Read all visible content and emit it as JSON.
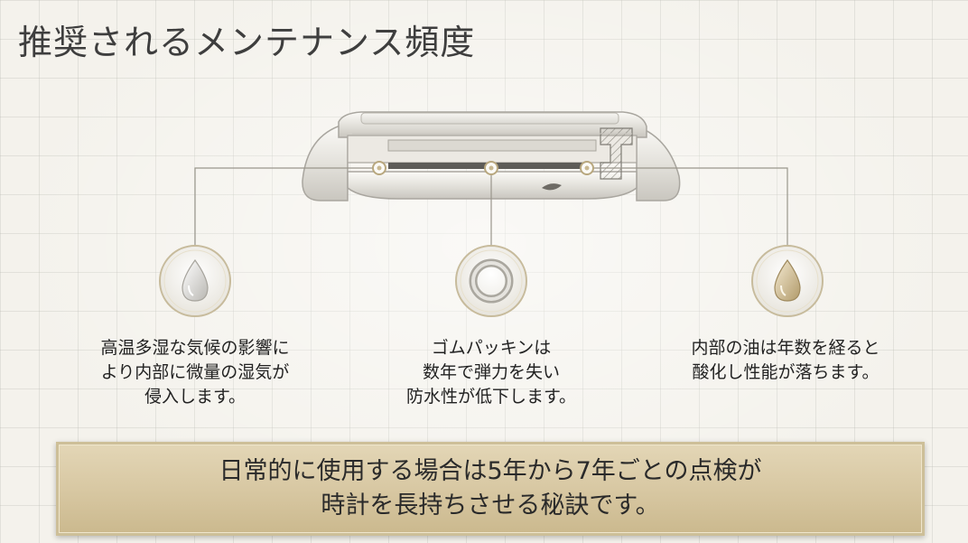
{
  "title": "推奨されるメンテナンス頻度",
  "captions": {
    "humidity": "高温多湿な気候の影響に\nより内部に微量の湿気が\n侵入します。",
    "gasket": "ゴムパッキンは\n数年で弾力を失い\n防水性が低下します。",
    "oil": "内部の油は年数を経ると\n酸化し性能が落ちます。"
  },
  "banner": {
    "line1": "日常的に使用する場合は5年から7年ごとの点検が",
    "line2": "時計を長持ちさせる秘訣です。"
  },
  "icons": {
    "humidity": "water-drop-icon",
    "gasket": "gasket-ring-icon",
    "oil": "oil-drop-icon"
  },
  "colors": {
    "line": "#9a968c",
    "metal_light": "#f3f1ec",
    "metal_dark": "#b8b5ae",
    "oil": "#c6b38a",
    "banner": "#d8c8a3"
  }
}
